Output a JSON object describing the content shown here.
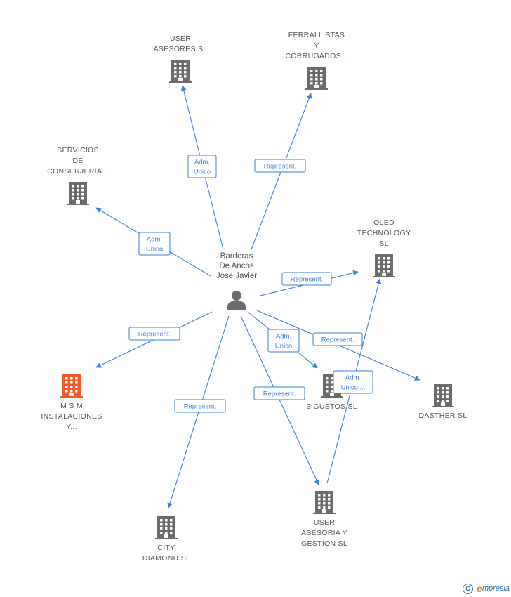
{
  "center": {
    "lines": [
      "Barderas",
      "De Ancos",
      "Jose Javier"
    ],
    "icon": "person-icon"
  },
  "nodes": [
    {
      "id": "user-asesores",
      "lines": [
        "USER",
        "ASESORES SL"
      ],
      "icon": "building-icon",
      "color": "#6b6b6b"
    },
    {
      "id": "ferrallistas",
      "lines": [
        "FERRALLISTAS",
        "Y",
        "CORRUGADOS..."
      ],
      "icon": "building-icon",
      "color": "#6b6b6b"
    },
    {
      "id": "servicios",
      "lines": [
        "SERVICIOS",
        "DE",
        "CONSERJERIA..."
      ],
      "icon": "building-icon",
      "color": "#6b6b6b"
    },
    {
      "id": "oled",
      "lines": [
        "OLED",
        "TECHNOLOGY",
        "SL"
      ],
      "icon": "building-icon",
      "color": "#6b6b6b"
    },
    {
      "id": "msm",
      "lines": [
        "M S M",
        "INSTALACIONES",
        "Y..."
      ],
      "icon": "building-icon",
      "color": "#f0592a"
    },
    {
      "id": "3gustos",
      "lines": [
        "3 GUSTOS SL"
      ],
      "icon": "building-icon",
      "color": "#6b6b6b"
    },
    {
      "id": "dasther",
      "lines": [
        "DASTHER SL"
      ],
      "icon": "building-icon",
      "color": "#6b6b6b"
    },
    {
      "id": "city",
      "lines": [
        "CITY",
        "DIAMOND SL"
      ],
      "icon": "building-icon",
      "color": "#6b6b6b"
    },
    {
      "id": "user-gestion",
      "lines": [
        "USER",
        "ASESORIA Y",
        "GESTION SL"
      ],
      "icon": "building-icon",
      "color": "#6b6b6b"
    }
  ],
  "edges": [
    {
      "from": "center",
      "to": "user-asesores",
      "label": [
        "Adm.",
        "Unico"
      ]
    },
    {
      "from": "center",
      "to": "ferrallistas",
      "label": [
        "Represent."
      ]
    },
    {
      "from": "center",
      "to": "servicios",
      "label": [
        "Adm.",
        "Unico"
      ]
    },
    {
      "from": "center",
      "to": "oled",
      "label": [
        "Represent."
      ]
    },
    {
      "from": "center",
      "to": "msm",
      "label": [
        "Represent."
      ]
    },
    {
      "from": "center",
      "to": "3gustos",
      "label": [
        "Adm.",
        "Unico"
      ]
    },
    {
      "from": "center",
      "to": "dasther",
      "label": [
        "Represent."
      ]
    },
    {
      "from": "center",
      "to": "city",
      "label": [
        "Represent."
      ]
    },
    {
      "from": "center",
      "to": "user-gestion",
      "label": [
        "Represent."
      ]
    },
    {
      "from": "user-gestion",
      "to": "oled",
      "label": [
        "Adm.",
        "Unico,..."
      ]
    }
  ],
  "colors": {
    "edge": "#3a7fd5",
    "node": "#6b6b6b",
    "highlight": "#f0592a"
  },
  "footer": {
    "copyright_symbol": "C",
    "brand_initial": "e",
    "brand_rest": "mpresia"
  }
}
